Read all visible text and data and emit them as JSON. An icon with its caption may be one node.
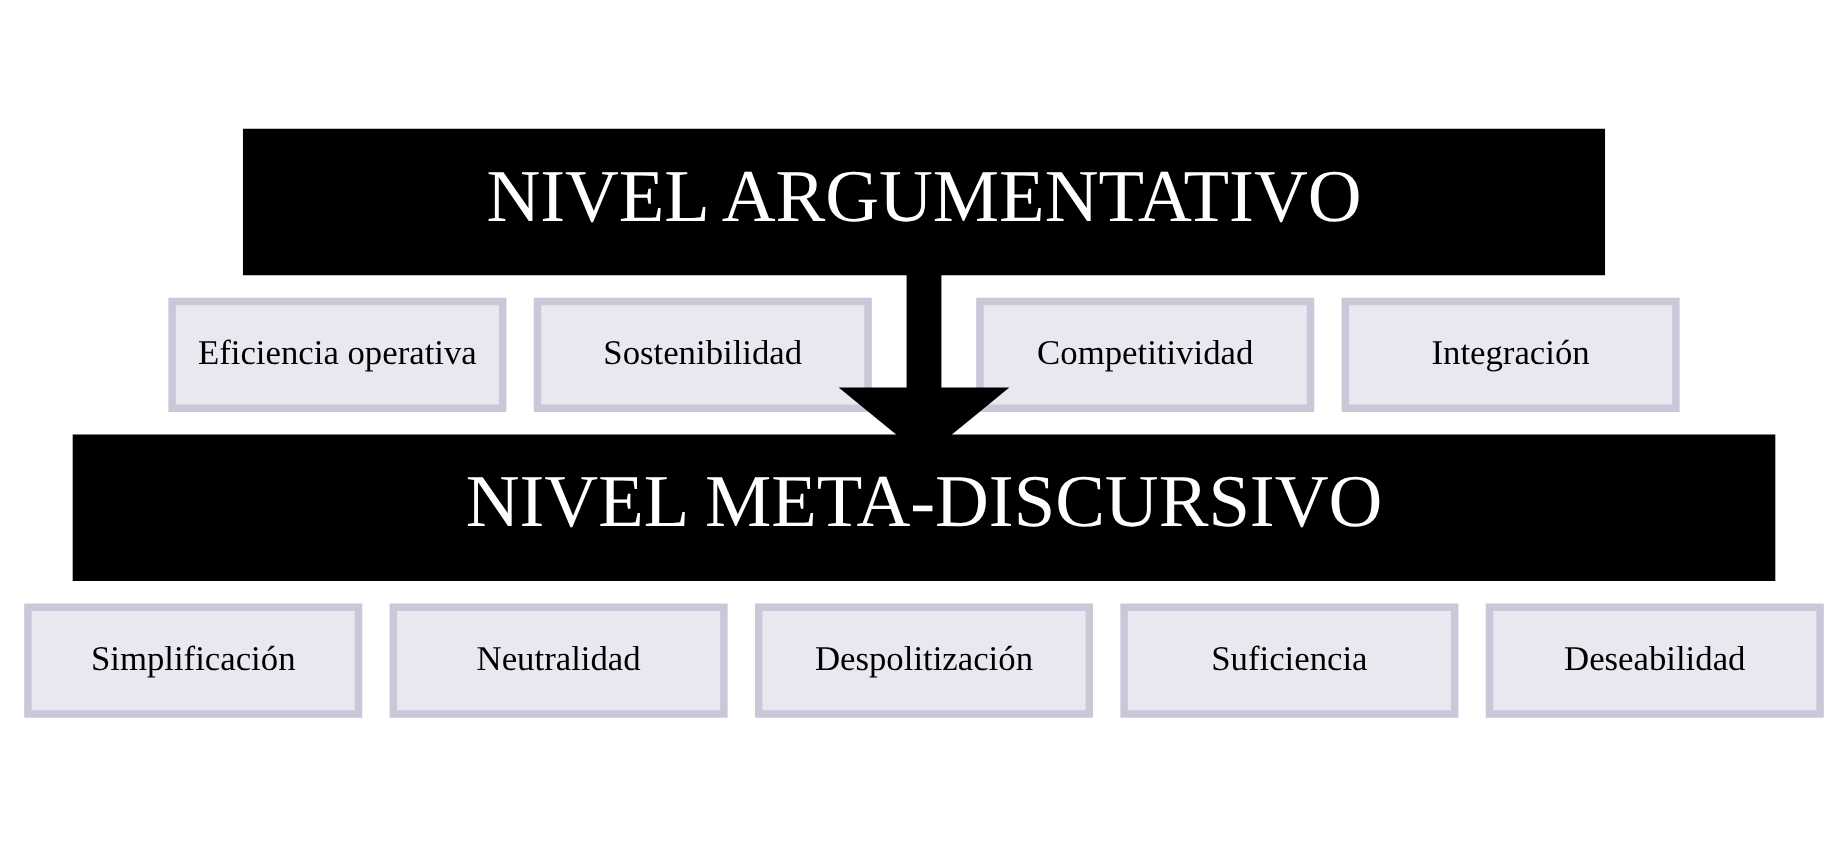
{
  "diagram": {
    "nodes": [
      {
        "text": [
          "NIVEL ARGUMENTATIVO"
        ]
      },
      {
        "text": [
          "Eficiencia operativa"
        ]
      },
      {
        "text": [
          "Sostenibilidad"
        ]
      },
      {
        "text": [
          "Competitividad"
        ]
      },
      {
        "text": [
          "Integración"
        ]
      },
      {
        "text": [
          "NIVEL META-DISCURSIVO"
        ]
      },
      {
        "text": [
          "Simplificación"
        ]
      },
      {
        "text": [
          "Neutralidad"
        ]
      },
      {
        "text": [
          "Despolitización"
        ]
      },
      {
        "text": [
          "Suficiencia"
        ]
      },
      {
        "text": [
          "Deseabilidad"
        ]
      }
    ],
    "edges": [
      {
        "from": 0,
        "to": 5,
        "arrow": "to"
      }
    ]
  }
}
